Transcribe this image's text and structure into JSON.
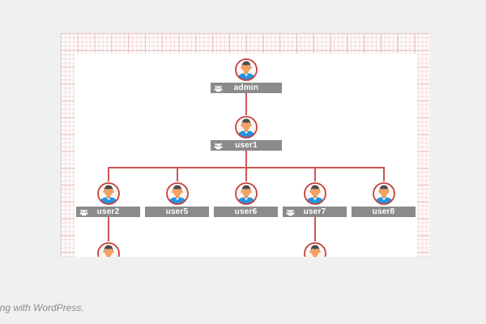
{
  "theme": {
    "page_background": "#f0f0f0",
    "panel_background": "#ffffff",
    "grid_background": "#fffcfc",
    "grid_minor_color": "#f3dbdb",
    "grid_major_color": "#e8bfbf",
    "connector_color": "#cf5551",
    "avatar_ring_color": "#c5423e",
    "avatar_skin_color": "#f2a263",
    "avatar_hair_color": "#4d4b4c",
    "avatar_shirt_color": "#2094e4",
    "label_bar_color": "#8b8b8b",
    "label_text_color": "#ffffff"
  },
  "tree": {
    "nodes": [
      {
        "label": "admin",
        "level": 1,
        "has_children": true
      },
      {
        "label": "user1",
        "level": 2,
        "has_children": true
      },
      {
        "label": "user2",
        "level": 3,
        "has_children": true
      },
      {
        "label": "user5",
        "level": 3,
        "has_children": false
      },
      {
        "label": "user6",
        "level": 3,
        "has_children": false
      },
      {
        "label": "user7",
        "level": 3,
        "has_children": true
      },
      {
        "label": "user8",
        "level": 3,
        "has_children": false
      }
    ]
  },
  "footer": {
    "text": "ing with WordPress."
  }
}
